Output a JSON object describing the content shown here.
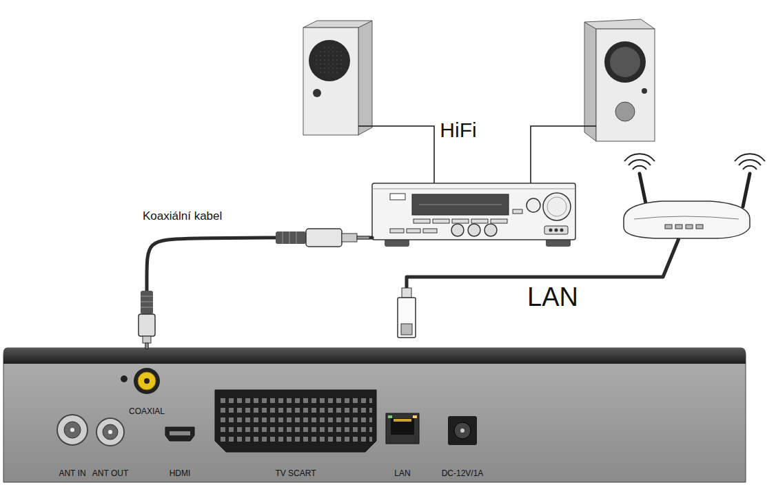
{
  "diagram": {
    "nodes": [
      {
        "text": [
          "HiFi"
        ]
      },
      {
        "text": [
          "COAXIAL",
          "ANT IN",
          "ANT OUT",
          "HDMI",
          "TV SCART",
          "LAN",
          "DC-12V/1A"
        ]
      }
    ],
    "edges": [
      {
        "from": 1,
        "to": 0,
        "arrow": "none",
        "label": "Koaxiální kabel"
      }
    ],
    "labels": [
      "LAN"
    ]
  }
}
